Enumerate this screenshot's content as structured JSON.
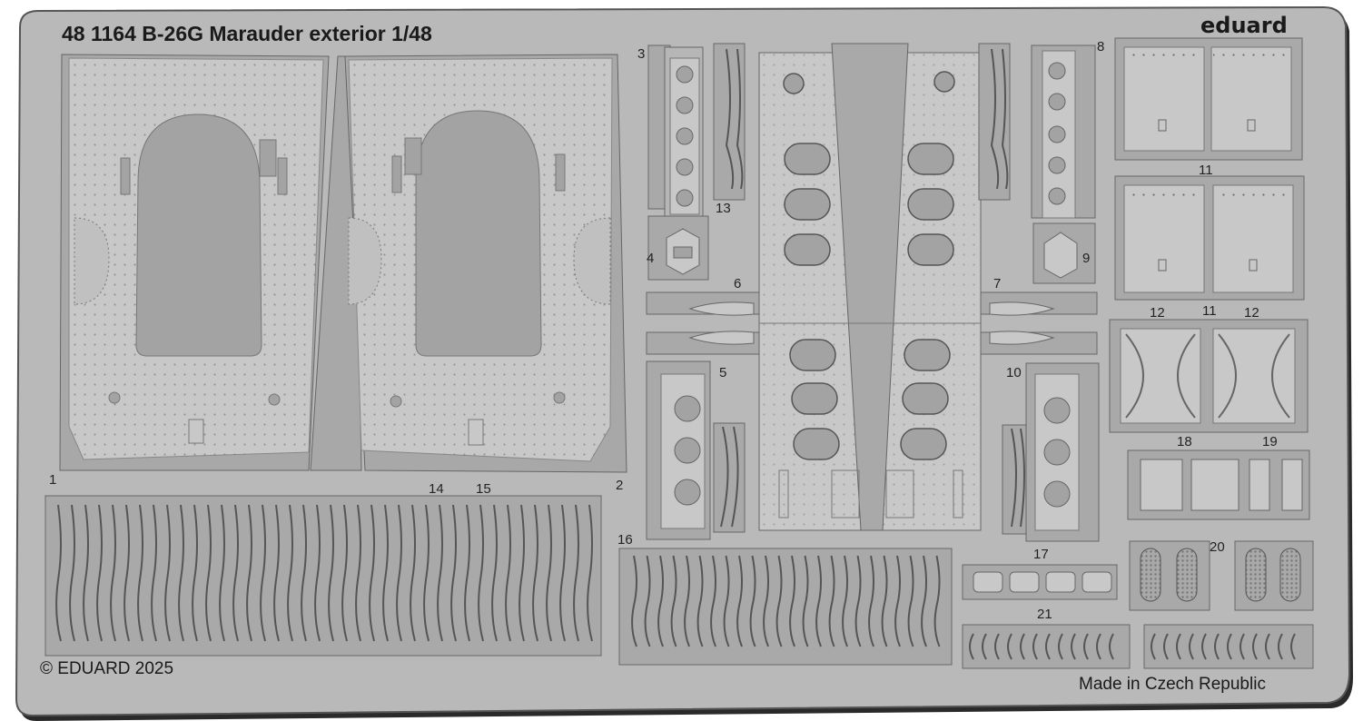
{
  "sheet": {
    "title": "48 1164 B-26G Marauder exterior 1/48",
    "brand": "eduard",
    "copyright": "© EDUARD 2025",
    "origin": "Made in Czech Republic"
  },
  "labels": {
    "p1": "1",
    "p2": "2",
    "p3": "3",
    "p4": "4",
    "p5": "5",
    "p6": "6",
    "p7": "7",
    "p8": "8",
    "p9": "9",
    "p10": "10",
    "p11a": "11",
    "p11b": "11",
    "p12a": "12",
    "p12b": "12",
    "p13": "13",
    "p14": "14",
    "p15": "15",
    "p16": "16",
    "p17": "17",
    "p18": "18",
    "p19": "19",
    "p20": "20",
    "p21": "21"
  },
  "colors": {
    "fret": "#b9b9b9",
    "part": "#a9a9a9",
    "panel": "#c6c6c6",
    "edge": "#555555",
    "rivet": "#6a6a6a"
  }
}
